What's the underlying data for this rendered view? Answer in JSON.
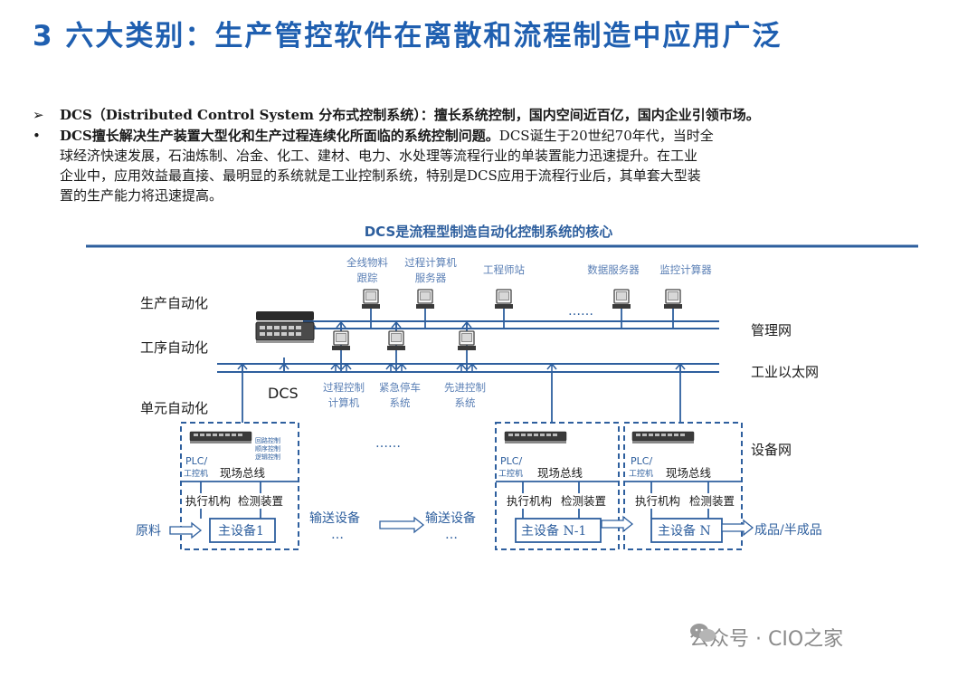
{
  "title": "3 六大类别：生产管控软件在离散和流程制造中应用广泛",
  "bullet1": {
    "marker": "➢",
    "text": "DCS（Distributed Control System 分布式控制系统）：擅长系统控制，国内空间近百亿，国内企业引领市场。"
  },
  "bullet2": {
    "marker": "•",
    "bold": "DCS擅长解决生产装置大型化和生产过程连续化所面临的系统控制问题。",
    "line1": "DCS诞生于20世纪70年代，当时全",
    "line2": "球经济快速发展，石油炼制、冶金、化工、建材、电力、水处理等流程行业的单装置能力迅速提升。在工业",
    "line3": "企业中，应用效益最直接、最明显的系统就是工业控制系统，特别是DCS应用于流程行业后，其单套大型装",
    "line4": "置的生产能力将迅速提高。"
  },
  "diagram": {
    "caption": "DCS是流程型制造自动化控制系统的核心",
    "levels": [
      "生产自动化",
      "工序自动化",
      "单元自动化"
    ],
    "networks": [
      "管理网",
      "工业以太网",
      "设备网"
    ],
    "top_nodes": [
      "全线物料",
      "跟踪",
      "过程计算机",
      "服务器",
      "工程师站",
      "数据服务器",
      "监控计算器"
    ],
    "ellipsis": "……",
    "dcs_label": "DCS",
    "mid_nodes": [
      "过程控制",
      "计算机",
      "紧急停车",
      "系统",
      "先进控制",
      "系统"
    ],
    "plc": [
      "PLC/",
      "工控机"
    ],
    "fieldbus": "现场总线",
    "plc_small": [
      "回路控制",
      "顺序控制",
      "逻辑控制"
    ],
    "actuator": "执行机构",
    "detector": "检测装置",
    "raw": "原料",
    "main1": "主设备1",
    "main_n1": "主设备 N-1",
    "main_n": "主设备 N",
    "conveyor": "输送设备",
    "dots": "…",
    "product": "成品/半成品"
  },
  "watermark": "公众号 · CIO之家",
  "colors": {
    "title": "#1f5fb0",
    "line": "#2e5f9e",
    "node_text": "#5a7fb5"
  }
}
